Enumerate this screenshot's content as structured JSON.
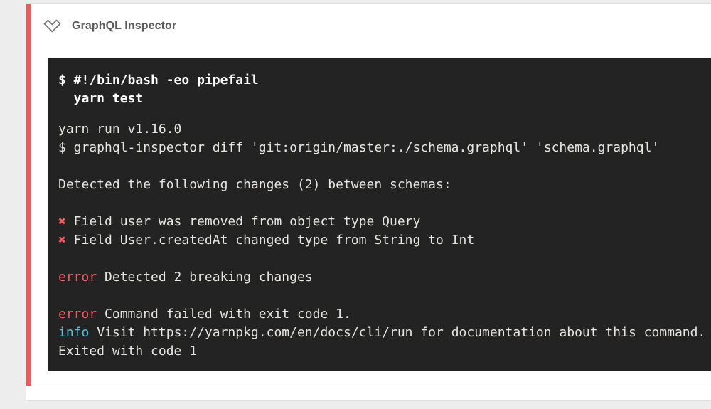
{
  "colors": {
    "page_bg": "#ededed",
    "card_bg": "#ffffff",
    "card_border": "#e0e0e0",
    "stripe_red": "#ee5a5a",
    "divider": "#e3e3e3",
    "terminal_bg": "#232323",
    "terminal_text": "#e6e5e2",
    "terminal_bold": "#ffffff",
    "term_red": "#ee5a5e",
    "term_cyan": "#53c5dc",
    "title_text": "#5c5c5c",
    "icon_gray": "#6e6e6e"
  },
  "header": {
    "title": "GraphQL Inspector",
    "icon": "double-chevron-down-icon",
    "status": "failed"
  },
  "terminal": {
    "blocks": [
      {
        "style": "command",
        "lines": [
          [
            {
              "t": "$ #!/bin/bash -eo pipefail"
            }
          ],
          [
            {
              "t": "  yarn test"
            }
          ]
        ]
      },
      {
        "style": "output",
        "lines": [
          [
            {
              "t": "yarn run v1.16.0"
            }
          ],
          [
            {
              "t": "$ graphql-inspector diff 'git:origin/master:./schema.graphql' 'schema.graphql'"
            }
          ],
          [],
          [
            {
              "t": "Detected the following changes (2) between schemas:"
            }
          ],
          [],
          [
            {
              "t": "✖",
              "c": "red"
            },
            {
              "t": " Field user was removed from object type Query"
            }
          ],
          [
            {
              "t": "✖",
              "c": "red"
            },
            {
              "t": " Field User.createdAt changed type from String to Int"
            }
          ],
          [],
          [
            {
              "t": "error",
              "c": "red"
            },
            {
              "t": " Detected 2 breaking changes"
            }
          ],
          [],
          [
            {
              "t": "error",
              "c": "red"
            },
            {
              "t": " Command failed with exit code 1."
            }
          ],
          [
            {
              "t": "info",
              "c": "cyan"
            },
            {
              "t": " Visit https://yarnpkg.com/en/docs/cli/run for documentation about this command."
            }
          ],
          [
            {
              "t": "Exited with code 1"
            }
          ]
        ]
      }
    ]
  }
}
